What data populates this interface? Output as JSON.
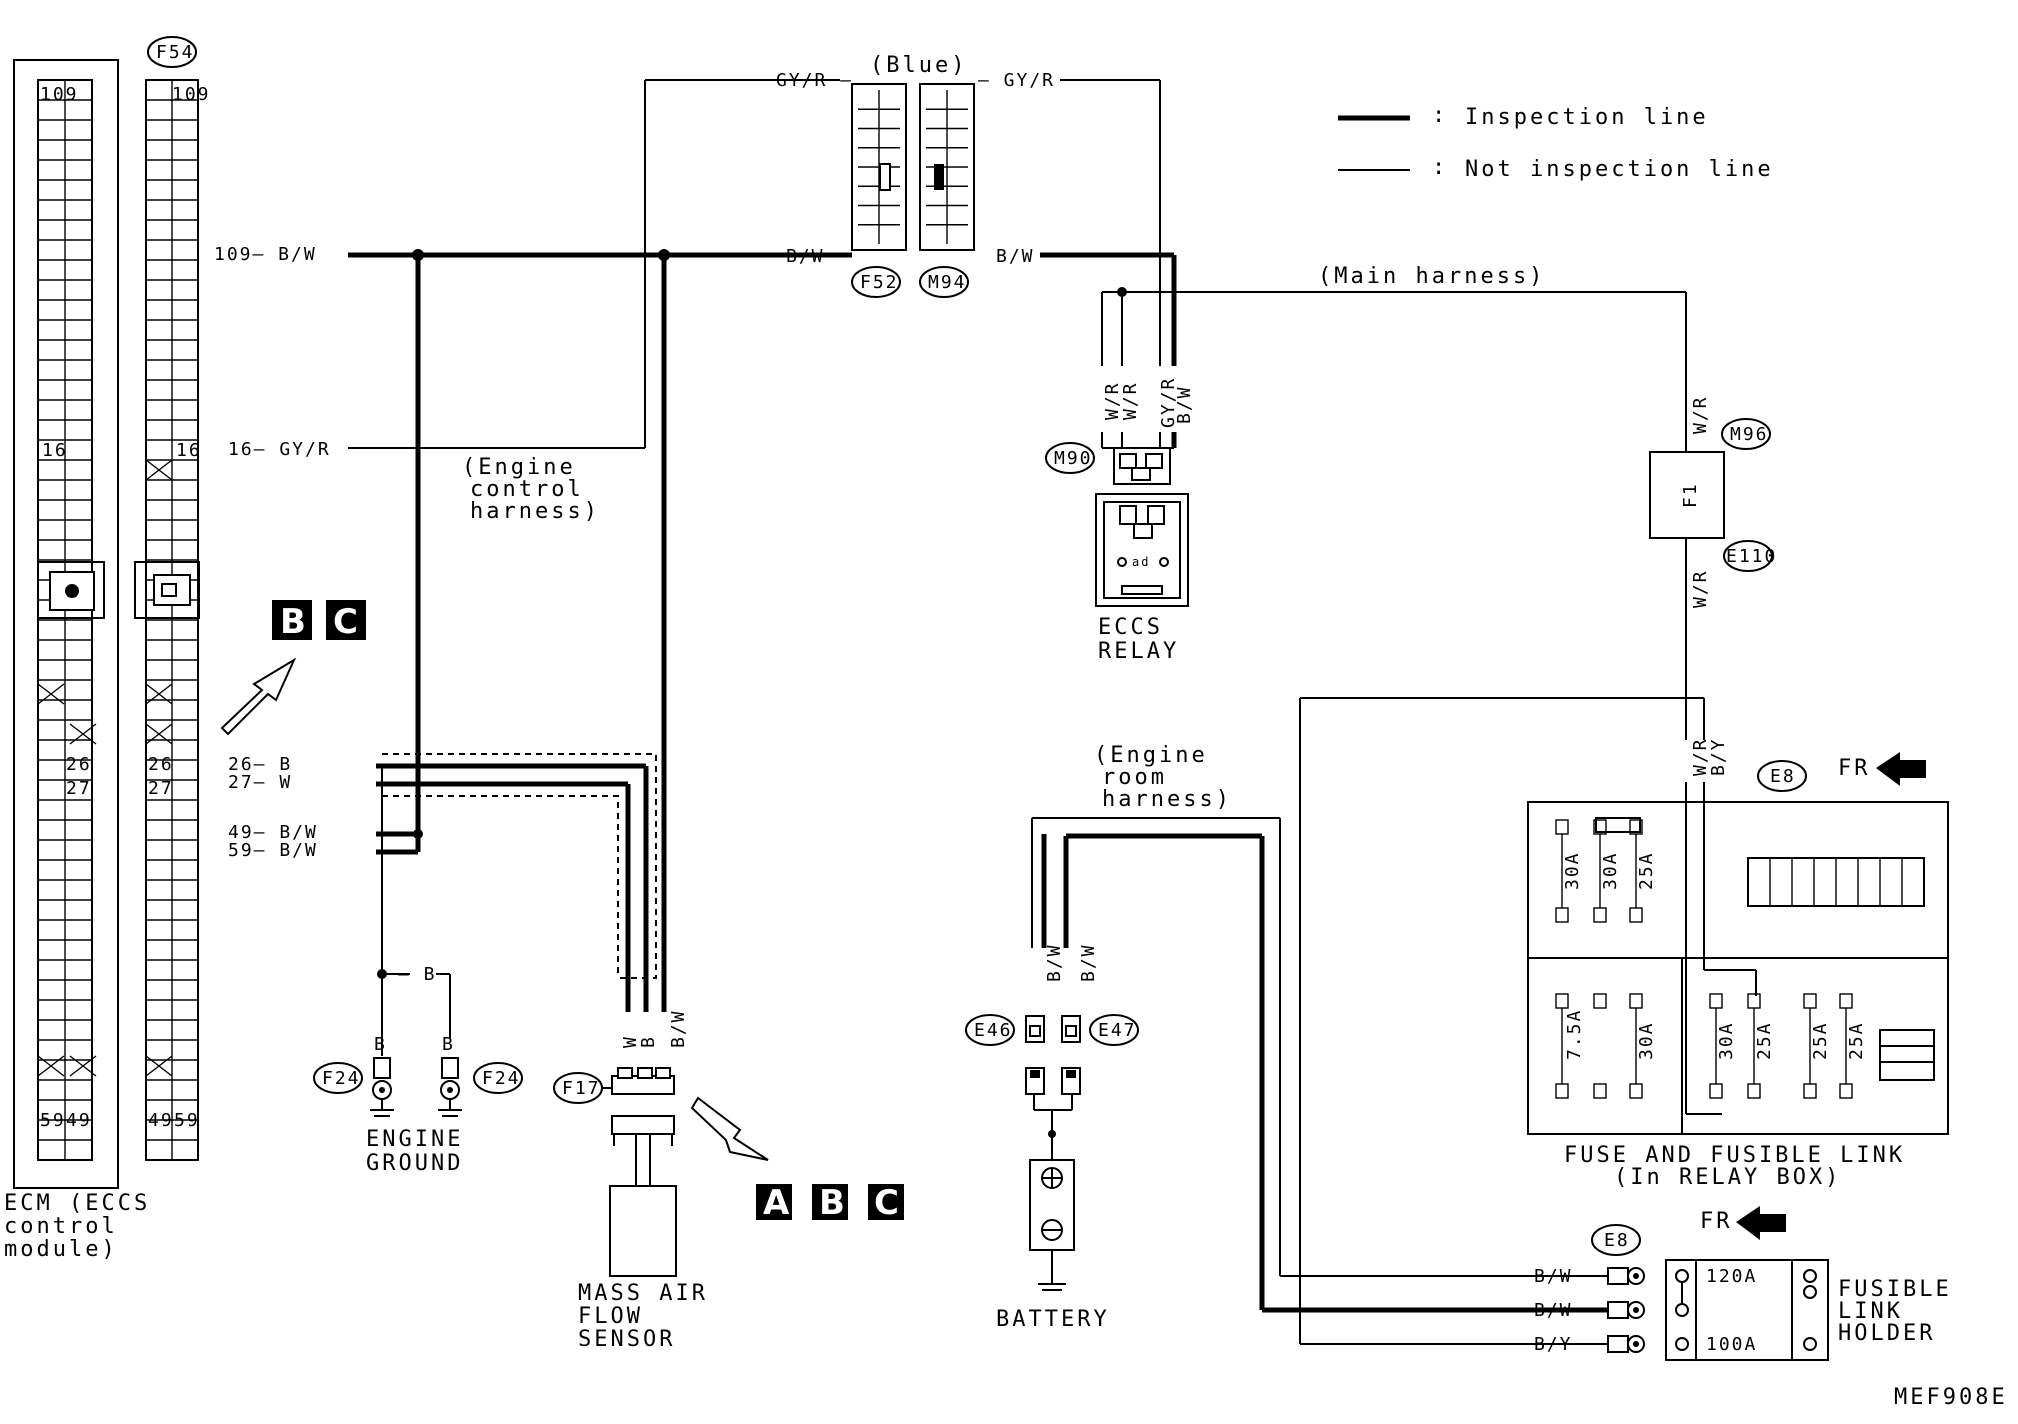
{
  "legend": {
    "inspection_line": "Inspection line",
    "not_inspection_line": "Not inspection line",
    "separator": ":"
  },
  "connectors": {
    "f54": "F54",
    "f52": "F52",
    "m94": "M94",
    "m90": "M90",
    "m96": "M96",
    "e110": "E110",
    "e8_top": "E8",
    "e8_bottom": "E8",
    "e46": "E46",
    "e47": "E47",
    "f17": "F17",
    "f24_left": "F24",
    "f24_right": "F24"
  },
  "labels": {
    "blue": "(Blue)",
    "main_harness": "(Main harness)",
    "engine_control_harness": [
      "(Engine",
      "control",
      "harness)"
    ],
    "engine_room_harness": [
      "(Engine",
      "room",
      "harness)"
    ],
    "ecm": [
      "ECM (ECCS",
      "control",
      "module)"
    ],
    "eccs_relay": [
      "ECCS",
      "RELAY"
    ],
    "engine_ground": [
      "ENGINE",
      "GROUND"
    ],
    "mass_air_flow_sensor": [
      "MASS AIR",
      "FLOW",
      "SENSOR"
    ],
    "battery": "BATTERY",
    "fuse_box": [
      "FUSE AND FUSIBLE LINK",
      "(In RELAY BOX)"
    ],
    "fusible_link_holder": [
      "FUSIBLE",
      "LINK",
      "HOLDER"
    ],
    "fr": "FR",
    "fr2": "FR",
    "code": "MEF908E",
    "f1": "F1"
  },
  "pins": {
    "p109": "109",
    "p16": "16",
    "p26": "26",
    "p27": "27",
    "p59": "59",
    "p49": "49",
    "p109_right": "109",
    "p16_right": "16",
    "p26_right": "26",
    "p27_right": "27",
    "p49_right": "49",
    "p59_right": "59"
  },
  "wires": {
    "w109": "109— B/W",
    "w16": "16— GY/R",
    "w26": "26—  B",
    "w27": "27—  W",
    "w49": "49— B/W",
    "w59": "59— B/W",
    "gyr_left": "GY/R —",
    "gyr_right": "— GY/R",
    "bw_f52": "B/W",
    "bw_m94": "B/W",
    "m90_wr1": "W/R",
    "m90_wr2": "W/R",
    "m90_gyr": "GY/R",
    "m90_bw": "B/W",
    "m96_wr": "W/R",
    "e110_wr": "W/R",
    "e8_wr": "W/R",
    "e8_by": "B/Y",
    "ground_b": "— B",
    "f24_b1": "B",
    "f24_b2": "B",
    "maf_w": "W",
    "maf_b": "B",
    "maf_bw": "B/W",
    "e46_bw": "B/W",
    "e47_bw": "B/W",
    "fl_bw1": "B/W",
    "fl_bw2": "B/W",
    "fl_by": "B/Y"
  },
  "fuses": {
    "top": [
      "30A",
      "30A",
      "25A"
    ],
    "bottom_left": [
      "7.5A",
      "30A"
    ],
    "bottom_mid": [
      "30A",
      "25A"
    ],
    "bottom_right": [
      "25A",
      "25A"
    ]
  },
  "fusible_links": [
    "120A",
    "100A"
  ],
  "badges": {
    "bc1": "B",
    "bc2": "C",
    "abc1": "A",
    "abc2": "B",
    "abc3": "C"
  }
}
